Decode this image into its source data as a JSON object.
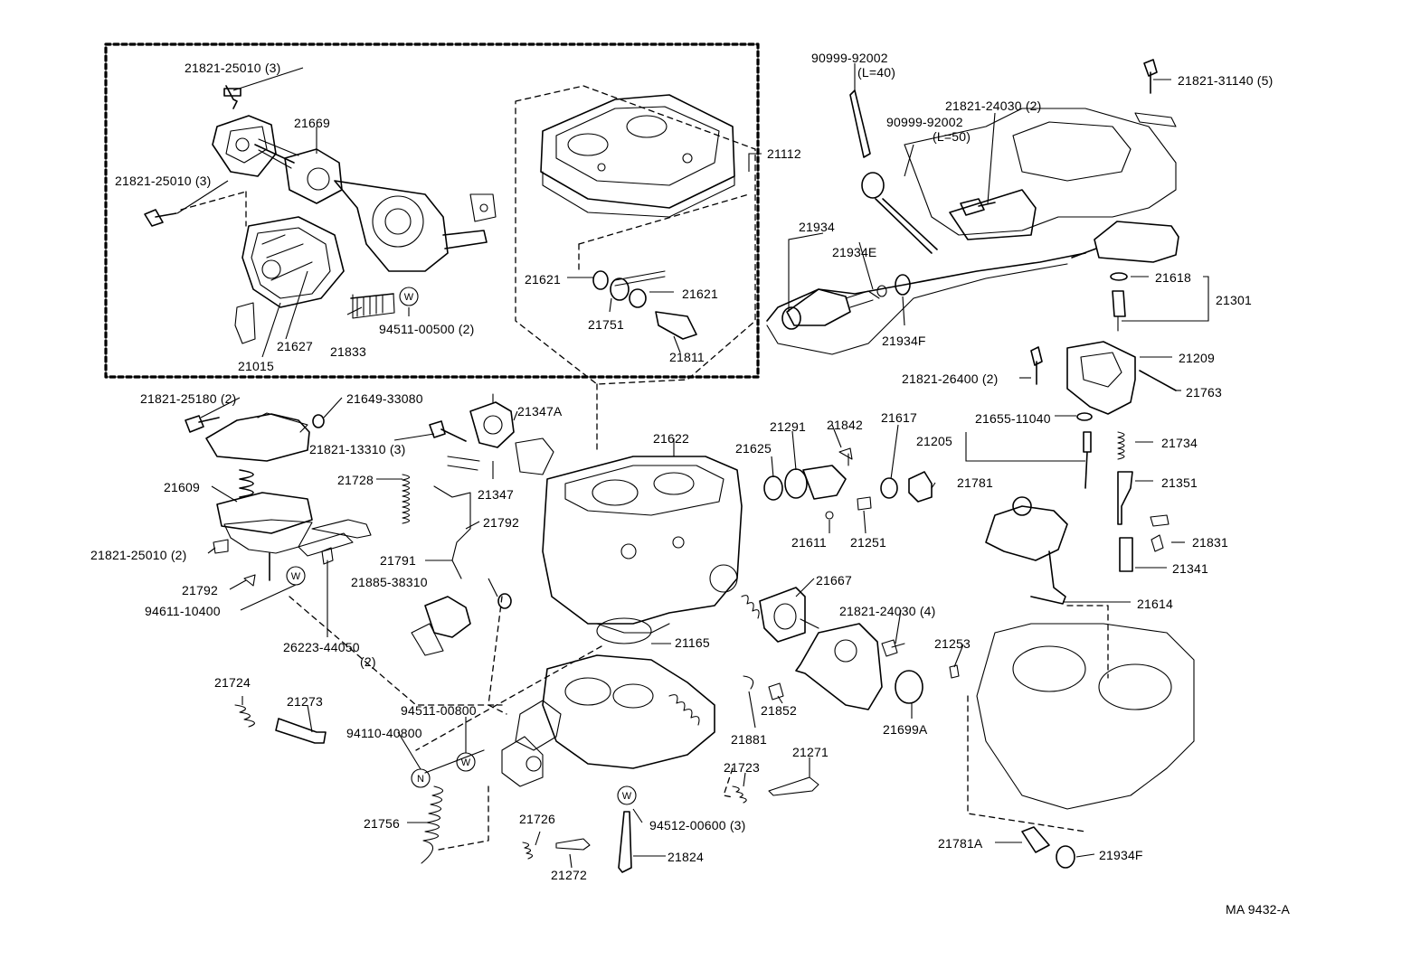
{
  "labels": {
    "l_21821_25010_a": "21821-25010 (3)",
    "l_21669": "21669",
    "l_21821_25010_b": "21821-25010 (3)",
    "l_21621_a": "21621",
    "l_21621_b": "21621",
    "l_21112": "21112",
    "l_21751": "21751",
    "l_21811": "21811",
    "l_94511_00500": "94511-00500 (2)",
    "l_21627": "21627",
    "l_21833": "21833",
    "l_21015": "21015",
    "l_90999_92002_a": "90999-92002",
    "l_L40": "(L=40)",
    "l_90999_92002_b": "90999-92002",
    "l_L50": "(L=50)",
    "l_21821_24030_2": "21821-24030 (2)",
    "l_21821_31140": "21821-31140 (5)",
    "l_21934": "21934",
    "l_21934E": "21934E",
    "l_21934F_a": "21934F",
    "l_21618": "21618",
    "l_21301": "21301",
    "l_21821_26400": "21821-26400 (2)",
    "l_21209": "21209",
    "l_21763": "21763",
    "l_21655_11040": "21655-11040",
    "l_21205": "21205",
    "l_21734": "21734",
    "l_21351": "21351",
    "l_21831": "21831",
    "l_21341": "21341",
    "l_21614": "21614",
    "l_21821_25180": "21821-25180 (2)",
    "l_21649_33080": "21649-33080",
    "l_21347A": "21347A",
    "l_21821_13310": "21821-13310 (3)",
    "l_21347": "21347",
    "l_21609": "21609",
    "l_21728": "21728",
    "l_21792_a": "21792",
    "l_21622": "21622",
    "l_21291": "21291",
    "l_21842": "21842",
    "l_21617": "21617",
    "l_21625": "21625",
    "l_21781": "21781",
    "l_21611": "21611",
    "l_21251": "21251",
    "l_21821_25010_c": "21821-25010 (2)",
    "l_21791": "21791",
    "l_21885_38310": "21885-38310",
    "l_21792_b": "21792",
    "l_94611_10400": "94611-10400",
    "l_26223_44050": "26223-44050",
    "l_26223_qty": "(2)",
    "l_21667": "21667",
    "l_21821_24030_4": "21821-24030 (4)",
    "l_21165": "21165",
    "l_21253": "21253",
    "l_21724": "21724",
    "l_21273": "21273",
    "l_94511_00800": "94511-00800",
    "l_94110_40800": "94110-40800",
    "l_21881": "21881",
    "l_21852": "21852",
    "l_21699A": "21699A",
    "l_21271": "21271",
    "l_21723": "21723",
    "l_21756": "21756",
    "l_21726": "21726",
    "l_94512_00600": "94512-00600 (3)",
    "l_21824": "21824",
    "l_21272": "21272",
    "l_21781A": "21781A",
    "l_21934F_b": "21934F",
    "l_ref": "MA 9432-A"
  },
  "washer_symbols": {
    "w1": "W",
    "w2": "W",
    "w3": "W",
    "w4": "W",
    "n1": "N"
  }
}
